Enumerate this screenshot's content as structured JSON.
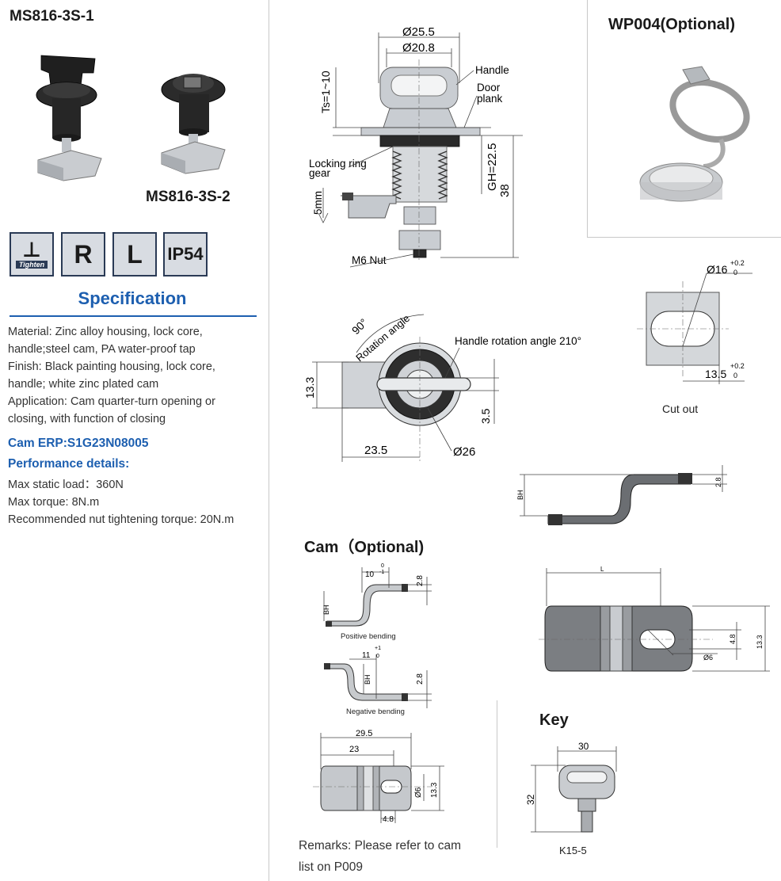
{
  "left": {
    "model1": "MS816-3S-1",
    "model2": "MS816-3S-2",
    "icons": [
      {
        "name": "tighten-icon",
        "caption": "Tighten"
      },
      {
        "name": "r-icon",
        "label": "R"
      },
      {
        "name": "l-icon",
        "label": "L"
      },
      {
        "name": "ip54-icon",
        "label": "IP54"
      }
    ],
    "spec_title": "Specification",
    "spec_lines": [
      "Material: Zinc alloy housing, lock core,",
      "handle;steel cam, PA water-proof tap",
      "Finish: Black painting housing, lock core,",
      "handle; white zinc plated cam",
      "Application: Cam quarter-turn opening or",
      "closing, with function of closing"
    ],
    "cam_erp": "Cam ERP:S1G23N08005",
    "perf_title": "Performance details:",
    "perf_lines": [
      "Max static load：360N",
      "Max torque: 8N.m",
      "Recommended nut tightening torque: 20N.m"
    ]
  },
  "drawing_main": {
    "d1": "Ø25.5",
    "d2": "Ø20.8",
    "handle": "Handle",
    "door1": "Door",
    "door2": "plank",
    "ts": "Ts=1~10",
    "locking1": "Locking ring",
    "locking2": "gear",
    "five": "5mm",
    "gh": "GH=22.5",
    "h38": "38",
    "nut": "M6 Nut"
  },
  "wp004": {
    "title": "WP004(Optional)"
  },
  "drawing_top": {
    "deg": "90°",
    "rot": "Rotation angle",
    "handle_rot": "Handle rotation angle 210°",
    "d133": "13.3",
    "d235": "23.5",
    "d35": "3.5",
    "d26": "Ø26"
  },
  "cutout": {
    "d16": "Ø16",
    "tol1_up": "+0.2",
    "tol1_dn": "0",
    "d135": "13.5",
    "tol2_up": "+0.2",
    "tol2_dn": "0",
    "label": "Cut out"
  },
  "cam_right": {
    "bh": "BH",
    "t28": "2.8",
    "L": "L",
    "d48": "4.8",
    "d133": "13.3",
    "d6": "Ø6"
  },
  "cam_optional": {
    "title": "Cam（Optional)",
    "pos_10": "10",
    "pos_tol_up": "0",
    "pos_tol_dn": "-1",
    "pos_28": "2.8",
    "pos_bh": "BH",
    "pos_label": "Positive bending",
    "neg_11": "11",
    "neg_tol_up": "+1",
    "neg_tol_dn": "0",
    "neg_bh": "BH",
    "neg_28": "2.8",
    "neg_label": "Negative bending",
    "d295": "29.5",
    "d23": "23",
    "d6": "Ø6",
    "d133": "13.3",
    "d48": "4.8",
    "remark1": "Remarks: Please refer to cam",
    "remark2": "list on P009"
  },
  "key": {
    "title": "Key",
    "w30": "30",
    "h32": "32",
    "label": "K15-5"
  }
}
